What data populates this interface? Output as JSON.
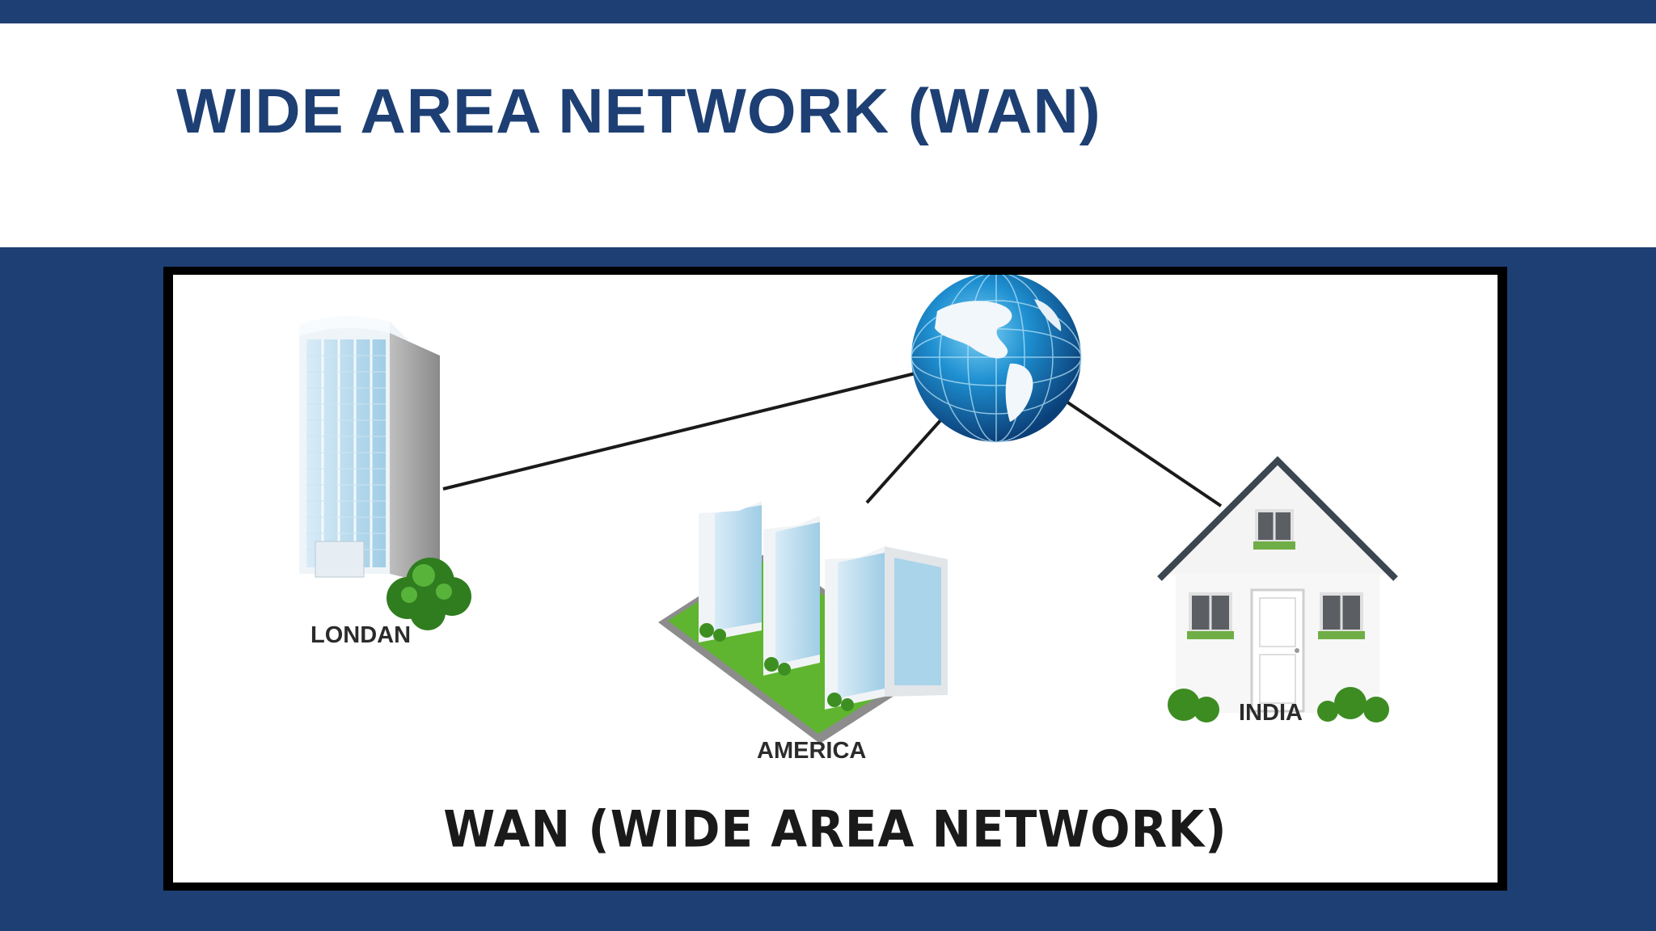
{
  "slide": {
    "title": "WIDE AREA NETWORK (WAN)"
  },
  "diagram": {
    "sites": {
      "london": "LONDAN",
      "america": "AMERICA",
      "india": "INDIA"
    },
    "caption": "WAN (WIDE AREA NETWORK)",
    "icons": {
      "hub": "globe-icon",
      "london": "office-tower-icon",
      "america": "office-buildings-icon",
      "india": "house-icon"
    }
  },
  "colors": {
    "brand_blue": "#1d3f73",
    "frame": "#000000",
    "background": "#ffffff"
  }
}
